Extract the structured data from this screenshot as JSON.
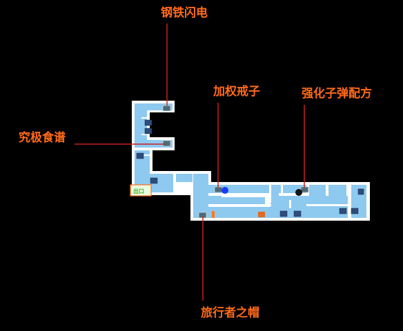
{
  "map": {
    "labels": {
      "top": "钢铁闪电",
      "left": "究极食谱",
      "middle": "加权戒子",
      "right": "强化子弹配方",
      "bottom": "旅行者之帽"
    },
    "exit_label": "出口",
    "colors": {
      "background": "#000000",
      "floor": "#8ec9f0",
      "wall": "#ffffff",
      "callout_text": "#ff6a1a",
      "guide_line": "#c8201a",
      "player_marker": "#1a3cff",
      "enemy_marker": "#111111",
      "door": "#ff7a1a"
    }
  }
}
